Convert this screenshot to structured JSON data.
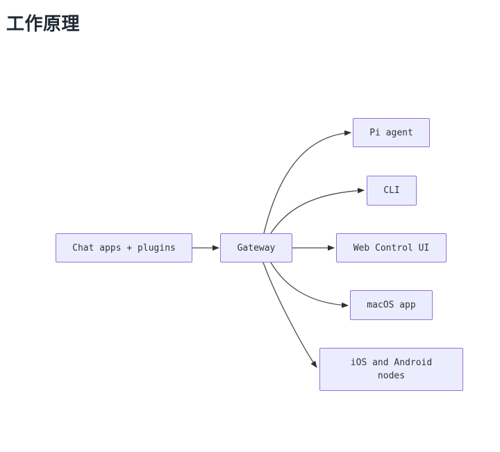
{
  "page": {
    "title": "工作原理"
  },
  "diagram": {
    "nodes": {
      "chat": {
        "label": "Chat apps + plugins"
      },
      "gateway": {
        "label": "Gateway"
      },
      "pi": {
        "label": "Pi agent"
      },
      "cli": {
        "label": "CLI"
      },
      "web": {
        "label": "Web Control UI"
      },
      "macos": {
        "label": "macOS app"
      },
      "ios": {
        "label": "iOS and Android\nnodes"
      }
    },
    "edges": [
      {
        "from": "chat",
        "to": "gateway"
      },
      {
        "from": "gateway",
        "to": "pi"
      },
      {
        "from": "gateway",
        "to": "cli"
      },
      {
        "from": "gateway",
        "to": "web"
      },
      {
        "from": "gateway",
        "to": "macos"
      },
      {
        "from": "gateway",
        "to": "ios"
      }
    ],
    "colors": {
      "node_fill": "#ECECFF",
      "node_border": "#9370DB",
      "edge_line": "#4A4A4A",
      "arrowhead": "#2F2F2F",
      "node_text": "#333333",
      "title_text": "#1F2733",
      "background": "#FFFFFF"
    }
  }
}
